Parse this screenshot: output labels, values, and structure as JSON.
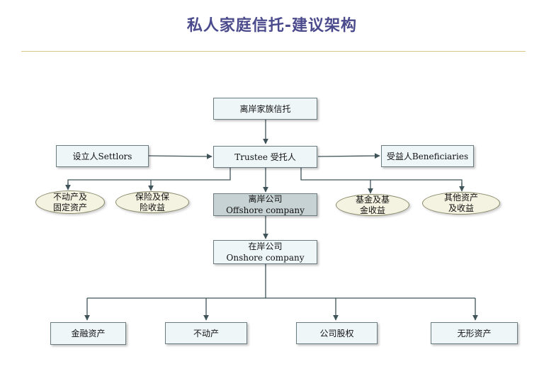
{
  "title": "私人家庭信托-建议架构",
  "nodes": {
    "offshore_trust": "离岸家族信托",
    "settlors": "设立人Settlors",
    "trustee": "Trustee 受托人",
    "beneficiaries": "受益人Beneficiaries",
    "real_estate_fixed": [
      "不动产及",
      "固定资产"
    ],
    "insurance": [
      "保险及保",
      "险收益"
    ],
    "offshore_company": [
      "离岸公司",
      "Offshore company"
    ],
    "funds": [
      "基金及基",
      "金收益"
    ],
    "other_assets": [
      "其他资产",
      "及收益"
    ],
    "onshore_company": [
      "在岸公司",
      "Onshore company"
    ],
    "financial_assets": "金融资产",
    "real_estate": "不动产",
    "equity": "公司股权",
    "intangible": "无形资产"
  },
  "colors": {
    "title": "#4a4a8c",
    "line": "#3f5359",
    "box_fill": "#eef6f7",
    "highlight_fill": "#c7d2d4",
    "ellipse_fill": "#f4f3e2"
  }
}
